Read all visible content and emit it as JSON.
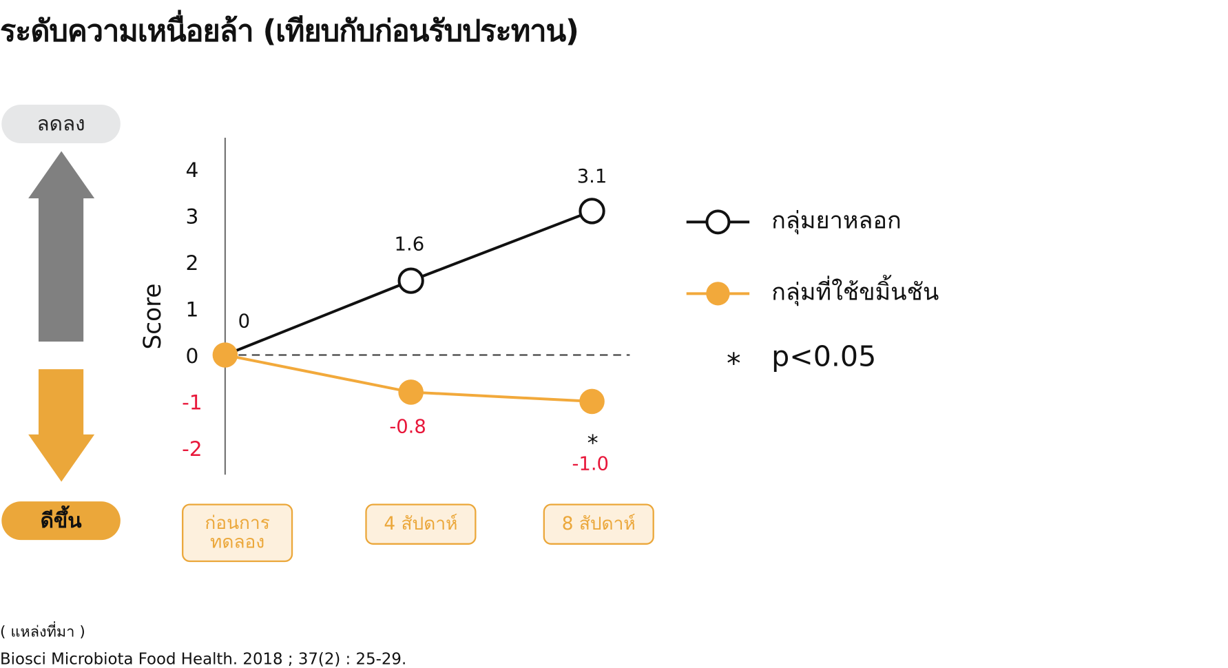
{
  "title": "ระดับความเหนื่อยล้า (เทียบกับก่อนรับประทาน)",
  "direction": {
    "up_label": "ลดลง",
    "down_label": "ดีขึ้น",
    "up_color": "#808080",
    "down_color": "#eba73a"
  },
  "source": {
    "label": "( แหล่งที่มา )",
    "citation": "Biosci Microbiota Food Health. 2018 ; 37(2) : 25-29."
  },
  "chart_data": {
    "type": "line",
    "title": "ระดับความเหนื่อยล้า (เทียบกับก่อนรับประทาน)",
    "ylabel": "Score",
    "ylim": [
      -2.5,
      4.5
    ],
    "yticks": [
      4,
      3,
      2,
      1,
      0,
      -1,
      -2
    ],
    "categories": [
      "ก่อนการทดลอง",
      "4 สัปดาห์",
      "8 สัปดาห์"
    ],
    "series": [
      {
        "name": "กลุ่มยาหลอก",
        "values": [
          0,
          1.6,
          3.1
        ],
        "labels": [
          "0",
          "1.6",
          "3.1"
        ],
        "color": "#111111",
        "marker": "open-circle"
      },
      {
        "name": "กลุ่มที่ใช้ขมิ้นชัน",
        "values": [
          0,
          -0.8,
          -1.0
        ],
        "labels": [
          "",
          "-0.8",
          "-1.0"
        ],
        "color": "#f2a93b",
        "marker": "filled-circle"
      }
    ],
    "significance": {
      "symbol": "*",
      "text": "p<0.05",
      "marked_point": {
        "series": 1,
        "index": 2
      }
    },
    "reference_line": 0,
    "negative_color": "#e8173a"
  }
}
